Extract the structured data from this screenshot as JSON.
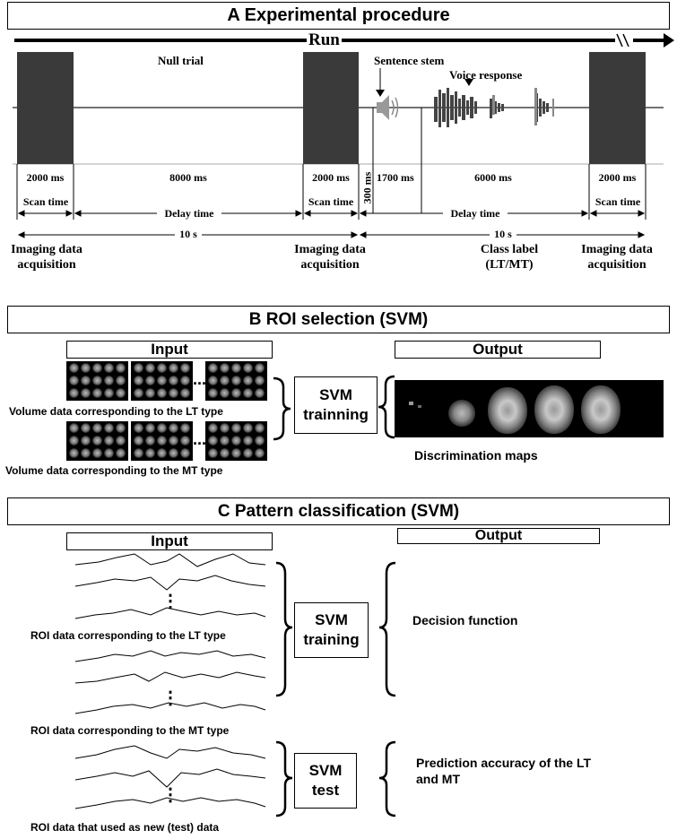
{
  "section_a": {
    "title": "A Experimental procedure",
    "run_label": "Run",
    "null_trial": "Null trial",
    "sentence_stem": "Sentence stem",
    "voice_response": "Voice response",
    "durations": [
      "2000 ms",
      "8000 ms",
      "2000 ms",
      "1700 ms",
      "6000 ms",
      "2000 ms"
    ],
    "vertical_duration": "300 ms",
    "scan_time": "Scan time",
    "delay_time": "Delay time",
    "ten_s": "10 s",
    "imaging_data_acquisition": "Imaging data acquisition",
    "class_label": "Class label (LT/MT)"
  },
  "section_b": {
    "title": "B ROI selection (SVM)",
    "input_label": "Input",
    "output_label": "Output",
    "lt_volume": "Volume data corresponding to the LT type",
    "mt_volume": "Volume data corresponding to the MT type",
    "svm_box": "SVM trainning",
    "discrimination_maps": "Discrimination maps",
    "ellipsis": "..."
  },
  "section_c": {
    "title": "C Pattern classification (SVM)",
    "input_label": "Input",
    "output_label": "Output",
    "lt_roi": "ROI data corresponding to the LT type",
    "mt_roi": "ROI data corresponding to the MT type",
    "test_roi": "ROI data that used as new (test) data",
    "svm_training": "SVM training",
    "svm_test": "SVM test",
    "decision_function": "Decision function",
    "prediction_accuracy": "Prediction accuracy of the LT and MT",
    "ellipsis": "⋮"
  }
}
